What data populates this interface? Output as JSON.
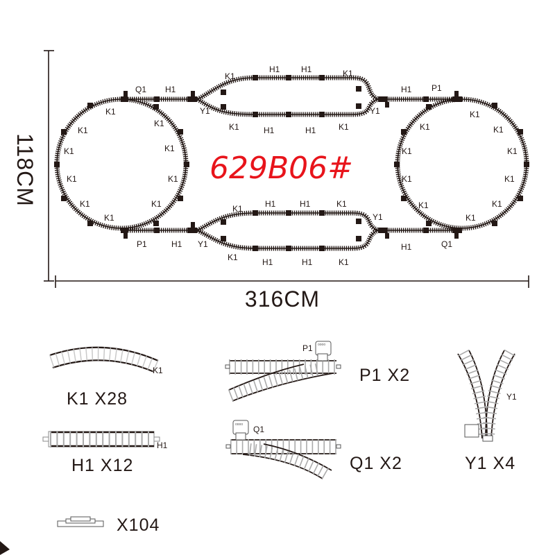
{
  "model_number": "629B06#",
  "dimensions": {
    "width_label": "316CM",
    "height_label": "118CM"
  },
  "layout_labels": {
    "left_loop": [
      "K1",
      "K1",
      "K1",
      "K1",
      "K1",
      "K1",
      "K1",
      "K1",
      "K1",
      "K1"
    ],
    "top_left": [
      "Q1",
      "H1",
      "Y1"
    ],
    "top_siding_upper": [
      "K1",
      "H1",
      "H1",
      "K1"
    ],
    "top_siding_lower": [
      "K1",
      "H1",
      "H1",
      "K1"
    ],
    "top_right": [
      "Y1",
      "H1",
      "P1"
    ],
    "right_loop": [
      "K1",
      "K1",
      "K1",
      "K1",
      "K1",
      "K1",
      "K1",
      "K1",
      "K1",
      "K1"
    ],
    "bottom_left": [
      "P1",
      "H1",
      "Y1"
    ],
    "bottom_siding_upper": [
      "K1",
      "H1",
      "H1",
      "K1"
    ],
    "bottom_siding_lower": [
      "K1",
      "H1",
      "H1",
      "K1"
    ],
    "bottom_right": [
      "Y1",
      "H1",
      "Q1"
    ]
  },
  "parts": [
    {
      "code": "K1",
      "name_label": "K1",
      "quantity_label": "K1 X28",
      "type": "curved track"
    },
    {
      "code": "H1",
      "name_label": "H1",
      "quantity_label": "H1 X12",
      "type": "straight track"
    },
    {
      "code": "P1",
      "name_label": "P1",
      "quantity_label": "P1 X2",
      "type": "left turnout"
    },
    {
      "code": "Q1",
      "name_label": "Q1",
      "quantity_label": "Q1 X2",
      "type": "right turnout"
    },
    {
      "code": "Y1",
      "name_label": "Y1",
      "quantity_label": "Y1 X4",
      "type": "Y switch"
    },
    {
      "code": "connector",
      "name_label": "",
      "quantity_label": "X104",
      "type": "rail connector"
    }
  ]
}
